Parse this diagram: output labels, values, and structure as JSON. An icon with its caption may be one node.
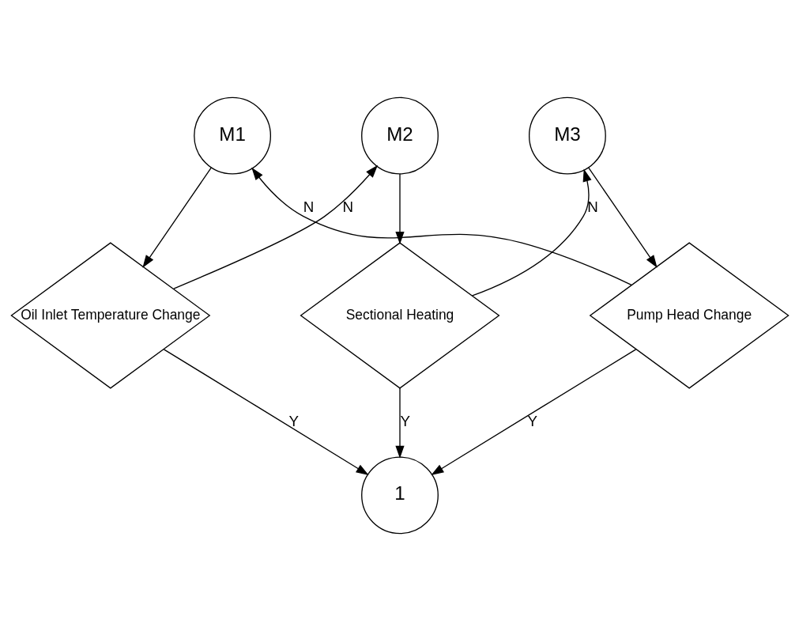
{
  "diagram": {
    "nodes": [
      {
        "text": [
          "M1"
        ]
      },
      {
        "text": [
          "M2"
        ]
      },
      {
        "text": [
          "M3"
        ]
      },
      {
        "text": [
          "Oil Inlet Temperature Change"
        ]
      },
      {
        "text": [
          "Sectional Heating"
        ]
      },
      {
        "text": [
          "Pump Head Change"
        ]
      },
      {
        "text": [
          "1"
        ]
      }
    ],
    "edges": [
      {
        "from": 0,
        "to": 3,
        "arrow": "to"
      },
      {
        "from": 1,
        "to": 4,
        "arrow": "to"
      },
      {
        "from": 2,
        "to": 5,
        "arrow": "to"
      },
      {
        "from": 3,
        "to": 1,
        "arrow": "to",
        "label": "N"
      },
      {
        "from": 4,
        "to": 2,
        "arrow": "to",
        "label": "N"
      },
      {
        "from": 5,
        "to": 0,
        "arrow": "to",
        "label": "N"
      },
      {
        "from": 3,
        "to": 6,
        "arrow": "to",
        "label": "Y"
      },
      {
        "from": 4,
        "to": 6,
        "arrow": "to",
        "label": "Y"
      },
      {
        "from": 5,
        "to": 6,
        "arrow": "to",
        "label": "Y"
      }
    ]
  }
}
